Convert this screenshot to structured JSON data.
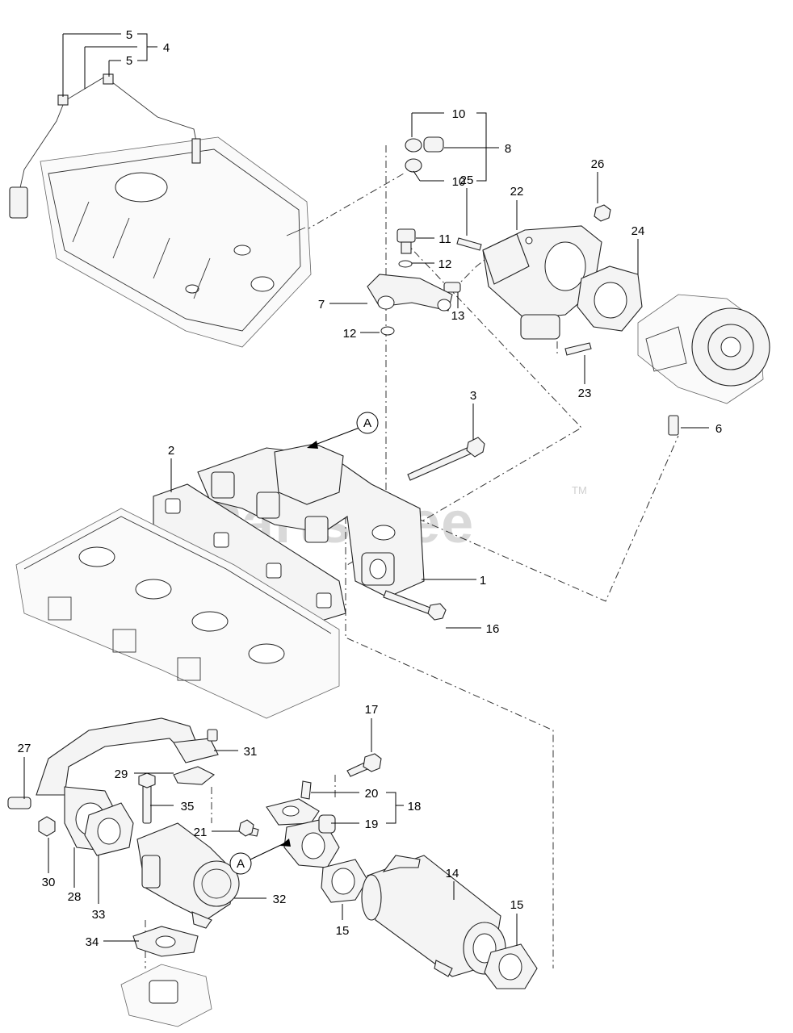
{
  "watermark": {
    "text": "PartsTree",
    "trademark": "TM"
  },
  "diagram_marker": "A",
  "callouts": {
    "c1": "1",
    "c2": "2",
    "c3": "3",
    "c4": "4",
    "c5a": "5",
    "c5b": "5",
    "c6": "6",
    "c7": "7",
    "c8": "8",
    "c10a": "10",
    "c10b": "10",
    "c11": "11",
    "c12a": "12",
    "c12b": "12",
    "c13": "13",
    "c14": "14",
    "c15a": "15",
    "c15b": "15",
    "c16": "16",
    "c17": "17",
    "c18": "18",
    "c19": "19",
    "c20": "20",
    "c21": "21",
    "c22": "22",
    "c23": "23",
    "c24": "24",
    "c25": "25",
    "c26": "26",
    "c27": "27",
    "c28": "28",
    "c29": "29",
    "c30": "30",
    "c31": "31",
    "c32": "32",
    "c33": "33",
    "c34": "34",
    "c35": "35"
  },
  "icons": [
    "egr-cooler-icon",
    "exhaust-manifold-icon",
    "turbocharger-icon",
    "valve-cover-icon",
    "cylinder-head-icon",
    "egr-valve-icon"
  ]
}
